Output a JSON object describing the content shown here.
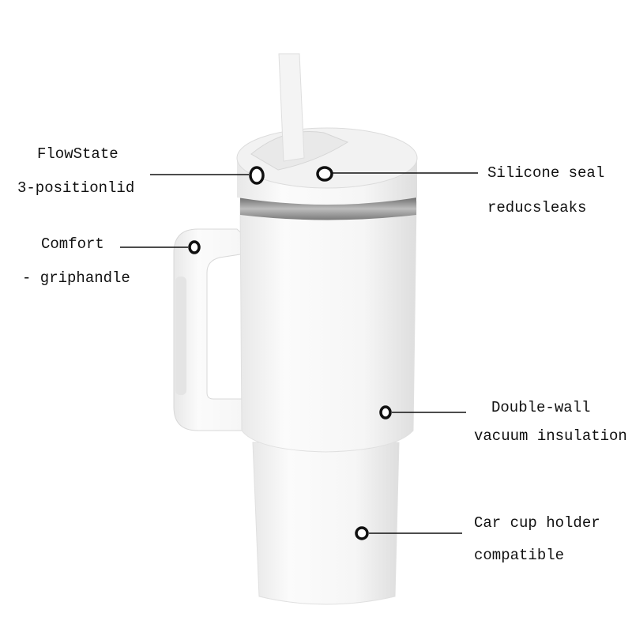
{
  "labels": {
    "lid_line1": "FlowState",
    "lid_line2": "3-positionlid",
    "seal_line1": "Silicone seal",
    "seal_line2": "reducsleaks",
    "handle_line1": "Comfort",
    "handle_line2": "- griphandle",
    "insulation_line1": "Double-wall",
    "insulation_line2": "vacuum insulation",
    "holder_line1": "Car cup holder",
    "holder_line2": "compatible"
  },
  "colors": {
    "body": "#f7f7f7",
    "shade": "#e6e6e6",
    "band": "#8a8a8a",
    "callout": "#111111"
  }
}
